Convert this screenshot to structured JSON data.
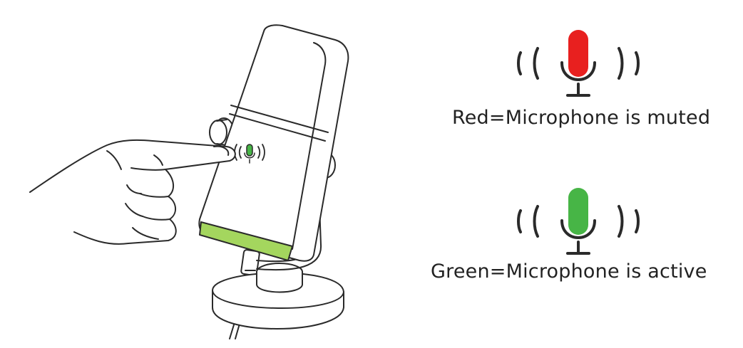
{
  "colors": {
    "muted": "#e8201f",
    "active": "#47b546",
    "line": "#2a2a2a",
    "glow_ring": "#a4d65e"
  },
  "illustration": {
    "icons": [
      "microphone-illustration",
      "hand-pressing-button",
      "mute-button-icon"
    ]
  },
  "legend": [
    {
      "state": "muted",
      "icon": "microphone-icon",
      "color": "#e8201f",
      "caption": "Red=Microphone is muted"
    },
    {
      "state": "active",
      "icon": "microphone-icon",
      "color": "#47b546",
      "caption": "Green=Microphone is active"
    }
  ]
}
